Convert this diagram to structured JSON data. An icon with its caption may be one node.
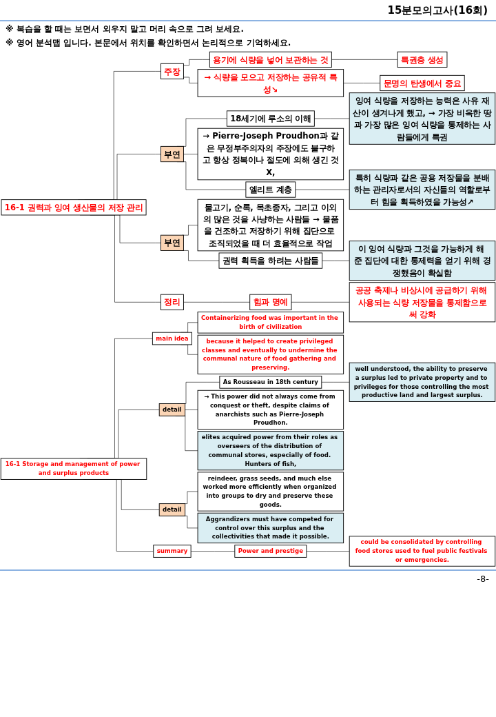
{
  "diagram": {
    "title": "15분모의고사(16회)",
    "nodes": [
      {
        "text": [
          "16-1 권력과 잉여 생산물의 저장 관리"
        ]
      },
      {
        "text": [
          "주장"
        ]
      },
      {
        "text": [
          "용기에 식량을 넣어 보관하는 것"
        ]
      },
      {
        "text": [
          "특권층 생성"
        ]
      },
      {
        "text": [
          "→ 식량을 모으고 저장하는 공유적 특성↘"
        ]
      },
      {
        "text": [
          "문명의 탄생에서 중요"
        ]
      },
      {
        "text": [
          "부연"
        ]
      },
      {
        "text": [
          "18세기에 루소의 이해"
        ]
      },
      {
        "text": [
          "잉여 식량을 저장하는 능력은 사유 재산이 생겨나게 했고, → 가장 비옥한 땅과 가장 많은 잉여 식량을 통제하는 사람들에게 특권"
        ]
      },
      {
        "text": [
          "→ Pierre-Joseph Proudhon과 같은 무정부주의자의 주장에도 불구하고 항상 정복이나 절도에 의해 생긴 것X,"
        ]
      },
      {
        "text": [
          "엘리트 계층"
        ]
      },
      {
        "text": [
          "특히 식량과 같은 공용 저장물을 분배하는 관리자로서의 자신들의 역할로부터 힘을 획득하였을 가능성↗"
        ]
      },
      {
        "text": [
          "부연"
        ]
      },
      {
        "text": [
          "물고기, 순록, 목초종자, 그리고 이외의 많은 것을 사냥하는 사람들 → 물품을 건조하고 저장하기 위해 집단으로 조직되었을 때 더 효율적으로 작업"
        ]
      },
      {
        "text": [
          "권력 획득을 하려는 사람들"
        ]
      },
      {
        "text": [
          "이 잉여 식량과 그것을 가능하게 해 준 집단에 대한 통제력을 얻기 위해 경쟁했음이 확실함"
        ]
      },
      {
        "text": [
          "정리"
        ]
      },
      {
        "text": [
          "힘과 명예"
        ]
      },
      {
        "text": [
          "공공 축제나 비상시에 공급하기 위해 사용되는 식량 저장물을 통제함으로써 강화"
        ]
      },
      {
        "text": [
          "16-1 Storage and management of power and surplus products"
        ]
      },
      {
        "text": [
          "main idea"
        ]
      },
      {
        "text": [
          "Containerizing food was important in the birth of civilization"
        ]
      },
      {
        "text": [
          "because it helped to create privileged classes and eventually to undermine the communal nature of food gathering and preserving."
        ]
      },
      {
        "text": [
          "detail"
        ]
      },
      {
        "text": [
          "As Rousseau in 18th century"
        ]
      },
      {
        "text": [
          "well understood, the ability to preserve a surplus led to private property and to privileges for those controlling the most productive land and largest surplus."
        ]
      },
      {
        "text": [
          "→ This power did not always come from conquest or theft, despite claims of anarchists such as Pierre-Joseph Proudhon."
        ]
      },
      {
        "text": [
          "elites acquired power from their roles as overseers of the distribution of communal stores, especially of food. Hunters of fish,"
        ]
      },
      {
        "text": [
          "detail"
        ]
      },
      {
        "text": [
          "reindeer, grass seeds, and much else worked more efficiently when organized into groups to dry and preserve these goods."
        ]
      },
      {
        "text": [
          "Aggrandizers must have competed for control over this surplus and the collectivities that made it possible."
        ]
      },
      {
        "text": [
          "summary"
        ]
      },
      {
        "text": [
          "Power and prestige"
        ]
      },
      {
        "text": [
          "could be consolidated by controlling food stores used to fuel public festivals or emergencies."
        ]
      }
    ],
    "edges": [
      {
        "from": 0,
        "to": 1,
        "arrow": "none"
      },
      {
        "from": 1,
        "to": 2,
        "arrow": "none"
      },
      {
        "from": 2,
        "to": 3,
        "arrow": "none"
      },
      {
        "from": 1,
        "to": 4,
        "arrow": "none"
      },
      {
        "from": 4,
        "to": 5,
        "arrow": "none"
      },
      {
        "from": 0,
        "to": 6,
        "arrow": "none"
      },
      {
        "from": 6,
        "to": 7,
        "arrow": "none"
      },
      {
        "from": 7,
        "to": 8,
        "arrow": "none"
      },
      {
        "from": 6,
        "to": 9,
        "arrow": "none"
      },
      {
        "from": 6,
        "to": 10,
        "arrow": "none"
      },
      {
        "from": 10,
        "to": 11,
        "arrow": "none"
      },
      {
        "from": 0,
        "to": 12,
        "arrow": "none"
      },
      {
        "from": 12,
        "to": 13,
        "arrow": "none"
      },
      {
        "from": 12,
        "to": 14,
        "arrow": "none"
      },
      {
        "from": 14,
        "to": 15,
        "arrow": "none"
      },
      {
        "from": 0,
        "to": 16,
        "arrow": "none"
      },
      {
        "from": 16,
        "to": 17,
        "arrow": "none"
      },
      {
        "from": 17,
        "to": 18,
        "arrow": "none"
      },
      {
        "from": 19,
        "to": 20,
        "arrow": "none"
      },
      {
        "from": 20,
        "to": 21,
        "arrow": "none"
      },
      {
        "from": 20,
        "to": 22,
        "arrow": "none"
      },
      {
        "from": 19,
        "to": 23,
        "arrow": "none"
      },
      {
        "from": 23,
        "to": 24,
        "arrow": "none"
      },
      {
        "from": 24,
        "to": 25,
        "arrow": "none"
      },
      {
        "from": 23,
        "to": 26,
        "arrow": "none"
      },
      {
        "from": 23,
        "to": 27,
        "arrow": "none"
      },
      {
        "from": 19,
        "to": 28,
        "arrow": "none"
      },
      {
        "from": 28,
        "to": 29,
        "arrow": "none"
      },
      {
        "from": 28,
        "to": 30,
        "arrow": "none"
      },
      {
        "from": 19,
        "to": 31,
        "arrow": "none"
      },
      {
        "from": 31,
        "to": 32,
        "arrow": "none"
      },
      {
        "from": 32,
        "to": 33,
        "arrow": "none"
      }
    ],
    "labels": [
      "※ 복습을 할 때는 보면서 외우지 말고 머리 속으로 그려 보세요.",
      "※ 영어 분석맵 입니다.  본문에서 위치를 확인하면서 논리적으로 기억하세요.",
      "-8-"
    ]
  }
}
